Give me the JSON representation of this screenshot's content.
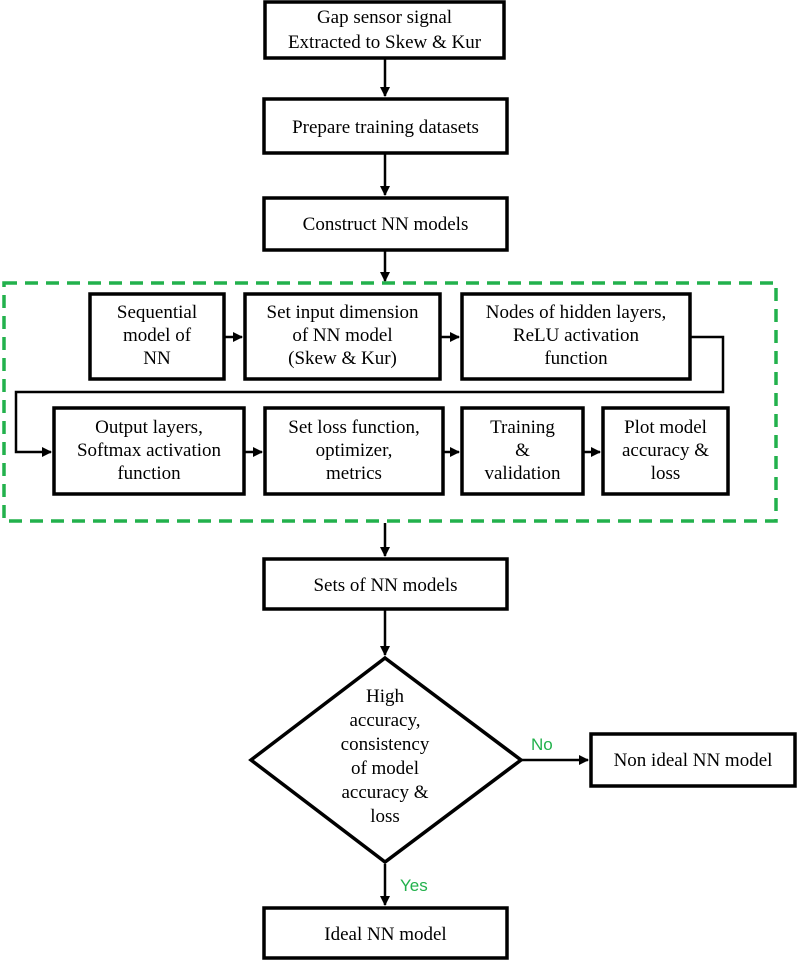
{
  "diagram": {
    "nodes": {
      "gap_signal": [
        "Gap sensor signal",
        "Extracted to Skew & Kur"
      ],
      "prepare_datasets": [
        "Prepare training datasets"
      ],
      "construct_models": [
        "Construct NN models"
      ],
      "sequential_model": [
        "Sequential",
        "model of",
        "NN"
      ],
      "input_dimension": [
        "Set input dimension",
        "of NN model",
        "(Skew & Kur)"
      ],
      "hidden_layers": [
        "Nodes of hidden layers,",
        "ReLU activation",
        "function"
      ],
      "output_layers": [
        "Output layers,",
        "Softmax activation",
        "function"
      ],
      "loss_function": [
        "Set loss function,",
        "optimizer,",
        "metrics"
      ],
      "training": [
        "Training",
        "&",
        "validation"
      ],
      "plot_model": [
        "Plot model",
        "accuracy &",
        "loss"
      ],
      "sets_of_models": [
        "Sets of NN models"
      ],
      "decision": [
        "High",
        "accuracy,",
        "consistency",
        "of model",
        "accuracy &",
        "loss"
      ],
      "non_ideal": [
        "Non ideal NN model"
      ],
      "ideal": [
        "Ideal NN model"
      ]
    },
    "edge_labels": {
      "no": "No",
      "yes": "Yes"
    },
    "colors": {
      "stroke": "#000000",
      "group_frame": "#22b14c",
      "edge_label": "#22b14c"
    }
  }
}
